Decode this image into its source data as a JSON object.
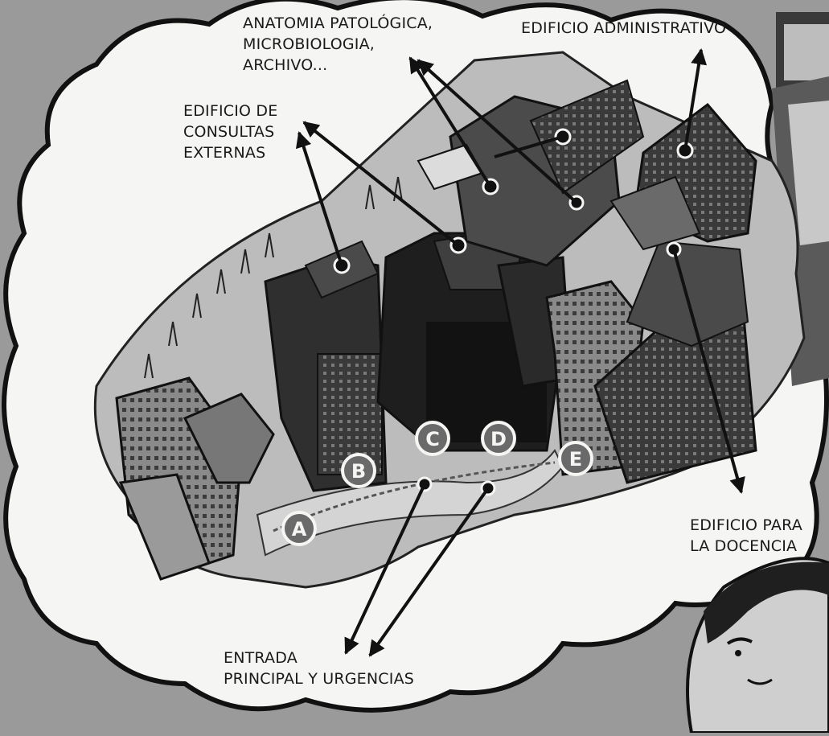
{
  "labels": {
    "anatomia": [
      "ANATOMIA PATOLÓGICA,",
      "MICROBIOLOGIA,",
      "ARCHIVO..."
    ],
    "administrativo": [
      "EDIFICIO ADMINISTRATIVO"
    ],
    "consultas": [
      "EDIFICIO DE",
      "CONSULTAS",
      "EXTERNAS"
    ],
    "docencia": [
      "EDIFICIO PARA",
      "LA DOCENCIA"
    ],
    "entrada": [
      "ENTRADA",
      "PRINCIPAL Y URGENCIAS"
    ]
  },
  "entrance_markers": [
    "A",
    "B",
    "C",
    "D",
    "E"
  ],
  "colors": {
    "background": "#9a9a9a",
    "cloud": "#f5f5f3",
    "ground": "#b9b9b9",
    "building_dark": "#2b2b2b",
    "building_mid": "#555555",
    "label_text": "#1a1a1a"
  }
}
